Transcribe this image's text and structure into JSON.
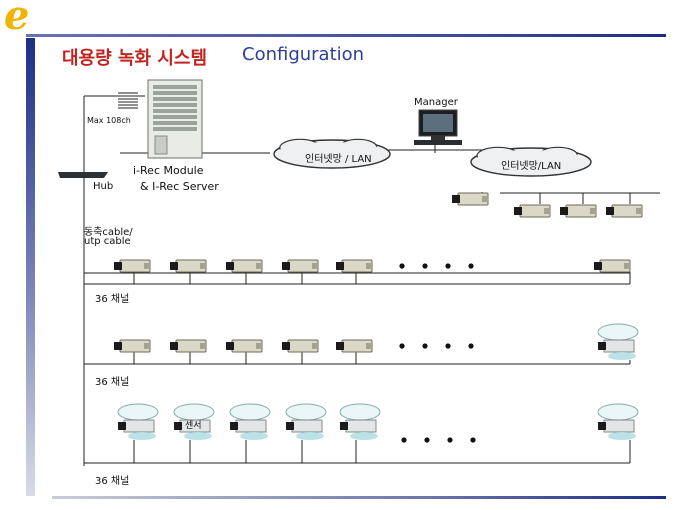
{
  "logo": "e",
  "title": {
    "korean": "대용량 녹화 시스템",
    "english": "Configuration"
  },
  "labels": {
    "max_channels": "Max 108ch",
    "manager": "Manager",
    "internet_lan_1": "인터넷망 / LAN",
    "internet_lan_2": "인터넷망/LAN",
    "module_line1": "i-Rec Module",
    "module_line2": "& I-Rec Server",
    "hub": "Hub",
    "cable_line1": "동축cable/",
    "cable_line2": "utp cable",
    "row1_channels": "36 채널",
    "row2_channels": "36 채널",
    "row3_channels": "36 채널",
    "sensor": "센서"
  },
  "colors": {
    "title_korean": "#c0251f",
    "title_english": "#2d3f9c",
    "logo": "#f0b400",
    "accent_bar": "#1d2e86"
  }
}
